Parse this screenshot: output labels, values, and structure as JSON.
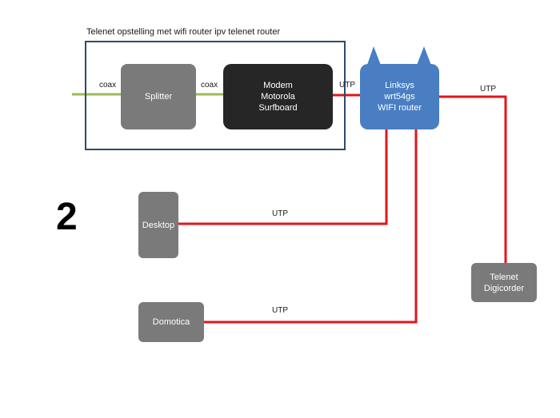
{
  "title": "Telenet opstelling  met wifi router ipv telenet router",
  "step_number": "2",
  "nodes": {
    "splitter": "Splitter",
    "modem": [
      "Modem",
      "Motorola",
      "Surfboard"
    ],
    "router": [
      "Linksys",
      "wrt54gs",
      "WIFI router"
    ],
    "desktop": "Desktop",
    "domotica": "Domotica",
    "digicorder": [
      "Telenet",
      "Digicorder"
    ]
  },
  "links": {
    "coax_in": "coax",
    "coax_mid": "coax",
    "utp_modem": "UTP",
    "utp_digicorder": "UTP",
    "utp_desktop": "UTP",
    "utp_domotica": "UTP"
  },
  "colors": {
    "coax": "#9bbb59",
    "utp": "#e0161b",
    "router": "#4a7ec2",
    "modem": "#262626",
    "device": "#7a7a7a",
    "frame": "#2f4a6a"
  }
}
